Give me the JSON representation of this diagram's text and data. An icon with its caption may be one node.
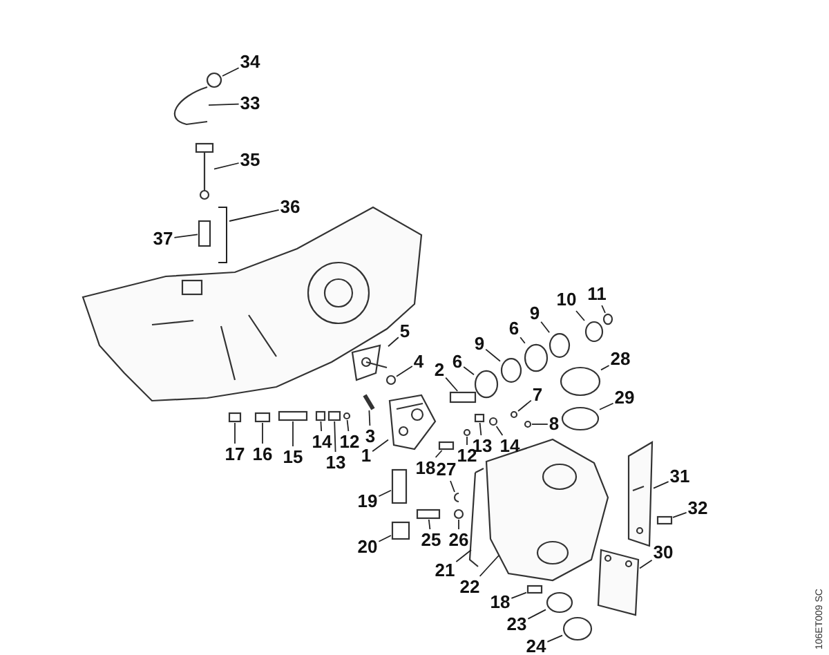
{
  "diagram": {
    "nodes": [
      {
        "text": [
          "34"
        ]
      },
      {
        "text": [
          "33"
        ]
      },
      {
        "text": [
          "35"
        ]
      },
      {
        "text": [
          "36"
        ]
      },
      {
        "text": [
          "37"
        ]
      },
      {
        "text": [
          "11"
        ]
      },
      {
        "text": [
          "10"
        ]
      },
      {
        "text": [
          "9"
        ]
      },
      {
        "text": [
          "6"
        ]
      },
      {
        "text": [
          "28"
        ]
      },
      {
        "text": [
          "5"
        ]
      },
      {
        "text": [
          "9"
        ]
      },
      {
        "text": [
          "6"
        ]
      },
      {
        "text": [
          "4"
        ]
      },
      {
        "text": [
          "2"
        ]
      },
      {
        "text": [
          "7"
        ]
      },
      {
        "text": [
          "29"
        ]
      },
      {
        "text": [
          "8"
        ]
      },
      {
        "text": [
          "17"
        ]
      },
      {
        "text": [
          "16"
        ]
      },
      {
        "text": [
          "15"
        ]
      },
      {
        "text": [
          "14"
        ]
      },
      {
        "text": [
          "13"
        ]
      },
      {
        "text": [
          "12"
        ]
      },
      {
        "text": [
          "3"
        ]
      },
      {
        "text": [
          "1"
        ]
      },
      {
        "text": [
          "18"
        ]
      },
      {
        "text": [
          "12"
        ]
      },
      {
        "text": [
          "13"
        ]
      },
      {
        "text": [
          "14"
        ]
      },
      {
        "text": [
          "27"
        ]
      },
      {
        "text": [
          "19"
        ]
      },
      {
        "text": [
          "31"
        ]
      },
      {
        "text": [
          "32"
        ]
      },
      {
        "text": [
          "25"
        ]
      },
      {
        "text": [
          "26"
        ]
      },
      {
        "text": [
          "20"
        ]
      },
      {
        "text": [
          "30"
        ]
      },
      {
        "text": [
          "21"
        ]
      },
      {
        "text": [
          "22"
        ]
      },
      {
        "text": [
          "18"
        ]
      },
      {
        "text": [
          "23"
        ]
      },
      {
        "text": [
          "24"
        ]
      },
      {
        "text": [],
        "shape": "circle"
      },
      {
        "text": [],
        "shape": "picture"
      },
      {
        "text": [],
        "shape": "picture"
      },
      {
        "text": [],
        "shape": "box"
      },
      {
        "text": [],
        "shape": "circle"
      },
      {
        "text": [],
        "shape": "circle"
      },
      {
        "text": [],
        "shape": "circle"
      },
      {
        "text": [],
        "shape": "circle"
      },
      {
        "text": [],
        "shape": "circle"
      },
      {
        "text": [],
        "shape": "picture"
      },
      {
        "text": [],
        "shape": "circle"
      },
      {
        "text": [],
        "shape": "circle"
      },
      {
        "text": [],
        "shape": "circle"
      },
      {
        "text": [],
        "shape": "box"
      },
      {
        "text": [],
        "shape": "circle"
      },
      {
        "text": [],
        "shape": "circle"
      },
      {
        "text": [],
        "shape": "circle"
      },
      {
        "text": [],
        "shape": "box"
      },
      {
        "text": [],
        "shape": "box"
      },
      {
        "text": [],
        "shape": "box"
      },
      {
        "text": [],
        "shape": "box"
      },
      {
        "text": [],
        "shape": "box"
      },
      {
        "text": [],
        "shape": "circle"
      },
      {
        "text": [],
        "shape": "bar"
      },
      {
        "text": [],
        "shape": "picture"
      },
      {
        "text": [],
        "shape": "box"
      },
      {
        "text": [],
        "shape": "circle"
      },
      {
        "text": [],
        "shape": "box"
      },
      {
        "text": [],
        "shape": "circle"
      },
      {
        "text": [],
        "shape": "picture"
      },
      {
        "text": [],
        "shape": "box"
      },
      {
        "text": [],
        "shape": "picture"
      },
      {
        "text": [],
        "shape": "box"
      },
      {
        "text": [],
        "shape": "box"
      },
      {
        "text": [],
        "shape": "circle"
      },
      {
        "text": [],
        "shape": "box"
      },
      {
        "text": [],
        "shape": "picture"
      },
      {
        "text": [],
        "shape": "picture"
      },
      {
        "text": [],
        "shape": "picture"
      },
      {
        "text": [],
        "shape": "box"
      },
      {
        "text": [],
        "shape": "circle"
      },
      {
        "text": [],
        "shape": "circle"
      }
    ],
    "edges": [
      {
        "from": 0,
        "to": 43,
        "arrow": "none"
      },
      {
        "from": 1,
        "to": 44,
        "arrow": "none"
      },
      {
        "from": 2,
        "to": 45,
        "arrow": "none"
      },
      {
        "from": 3,
        "to": null,
        "arrow": "none"
      },
      {
        "from": 4,
        "to": 46,
        "arrow": "none"
      },
      {
        "from": 5,
        "to": 47,
        "arrow": "none"
      },
      {
        "from": 6,
        "to": 48,
        "arrow": "none"
      },
      {
        "from": 7,
        "to": 49,
        "arrow": "none"
      },
      {
        "from": 8,
        "to": 50,
        "arrow": "none"
      },
      {
        "from": 9,
        "to": 51,
        "arrow": "none"
      },
      {
        "from": 10,
        "to": 52,
        "arrow": "none"
      },
      {
        "from": 11,
        "to": 53,
        "arrow": "none"
      },
      {
        "from": 12,
        "to": 54,
        "arrow": "none"
      },
      {
        "from": 13,
        "to": 55,
        "arrow": "none"
      },
      {
        "from": 14,
        "to": 56,
        "arrow": "none"
      },
      {
        "from": 15,
        "to": 57,
        "arrow": "none"
      },
      {
        "from": 16,
        "to": 58,
        "arrow": "none"
      },
      {
        "from": 17,
        "to": 59,
        "arrow": "none"
      },
      {
        "from": 18,
        "to": 60,
        "arrow": "none"
      },
      {
        "from": 19,
        "to": 61,
        "arrow": "none"
      },
      {
        "from": 20,
        "to": 62,
        "arrow": "none"
      },
      {
        "from": 21,
        "to": 63,
        "arrow": "none"
      },
      {
        "from": 22,
        "to": 64,
        "arrow": "none"
      },
      {
        "from": 23,
        "to": 65,
        "arrow": "none"
      },
      {
        "from": 24,
        "to": 66,
        "arrow": "none"
      },
      {
        "from": 25,
        "to": 67,
        "arrow": "none"
      },
      {
        "from": 26,
        "to": 68,
        "arrow": "none"
      },
      {
        "from": 27,
        "to": 69,
        "arrow": "none"
      },
      {
        "from": 28,
        "to": 70,
        "arrow": "none"
      },
      {
        "from": 29,
        "to": 71,
        "arrow": "none"
      },
      {
        "from": 30,
        "to": 72,
        "arrow": "none"
      },
      {
        "from": 31,
        "to": 73,
        "arrow": "none"
      },
      {
        "from": 32,
        "to": 74,
        "arrow": "none"
      },
      {
        "from": 33,
        "to": 75,
        "arrow": "none"
      },
      {
        "from": 34,
        "to": 76,
        "arrow": "none"
      },
      {
        "from": 35,
        "to": 77,
        "arrow": "none"
      },
      {
        "from": 36,
        "to": 78,
        "arrow": "none"
      },
      {
        "from": 37,
        "to": 79,
        "arrow": "none"
      },
      {
        "from": 38,
        "to": 80,
        "arrow": "none"
      },
      {
        "from": 39,
        "to": 81,
        "arrow": "none"
      },
      {
        "from": 40,
        "to": 82,
        "arrow": "none"
      },
      {
        "from": 41,
        "to": 83,
        "arrow": "none"
      },
      {
        "from": 42,
        "to": 84,
        "arrow": "none"
      }
    ],
    "labels": [
      "106ET009 SC"
    ]
  }
}
